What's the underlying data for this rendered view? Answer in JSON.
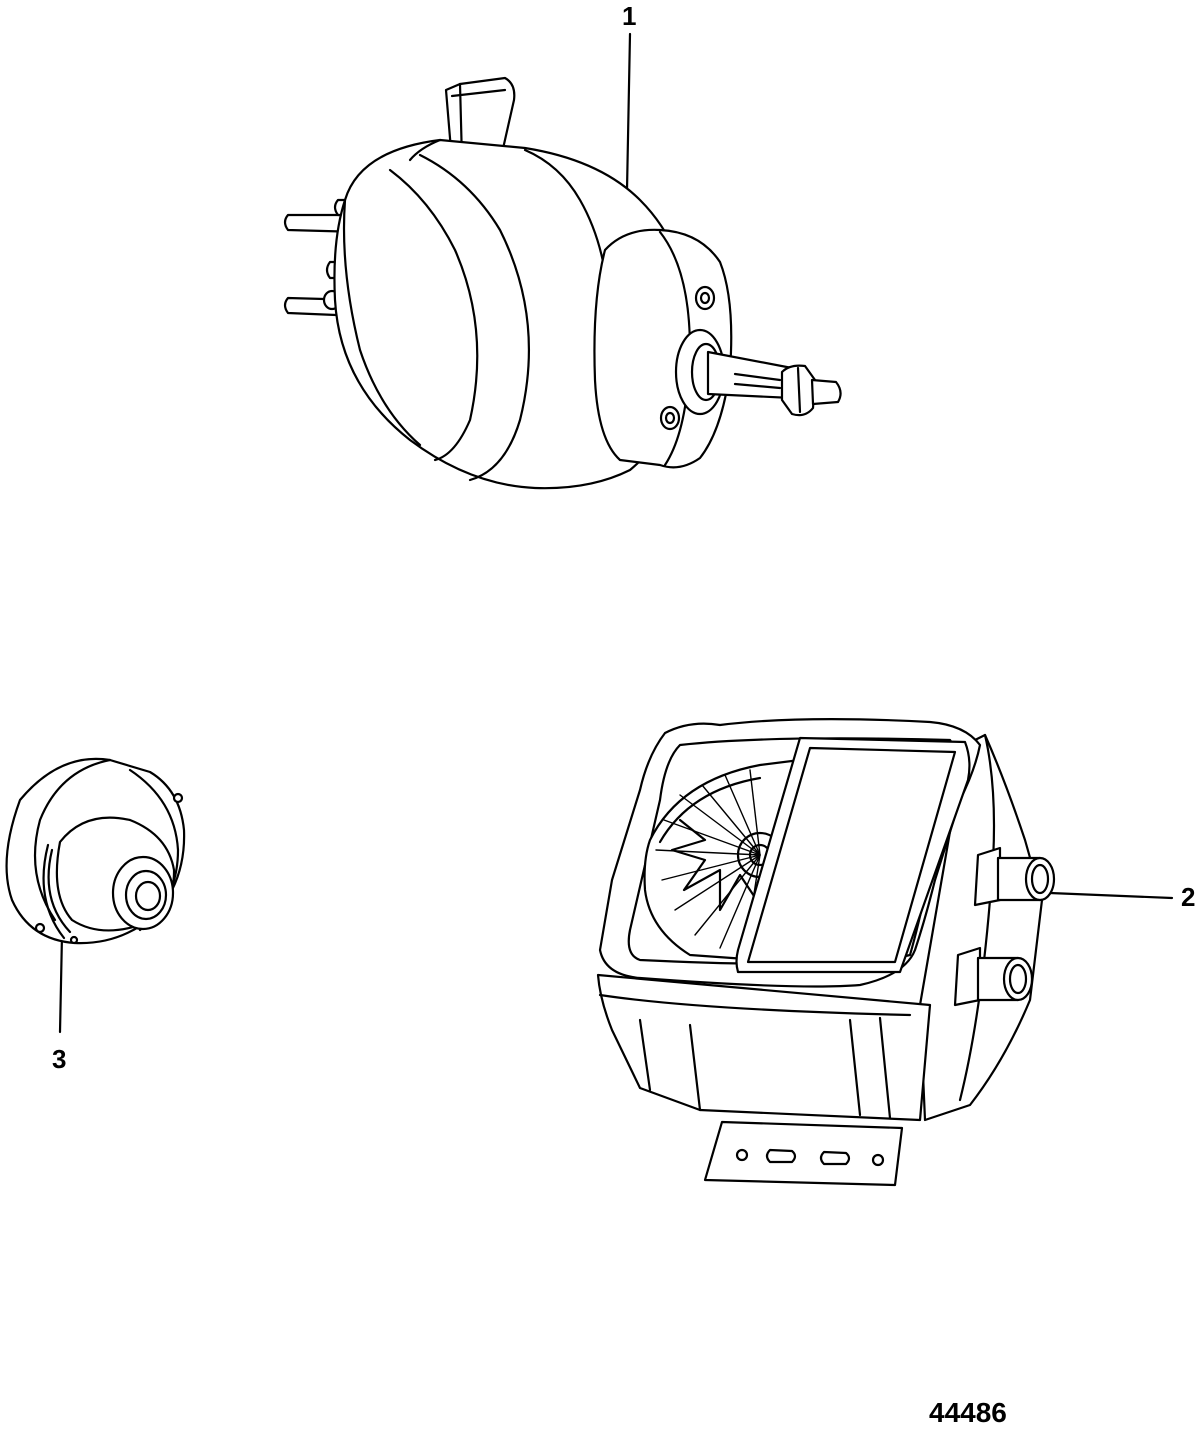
{
  "diagram": {
    "figure_id": "44486",
    "callouts": [
      {
        "number": "1"
      },
      {
        "number": "2"
      },
      {
        "number": "3"
      }
    ]
  }
}
